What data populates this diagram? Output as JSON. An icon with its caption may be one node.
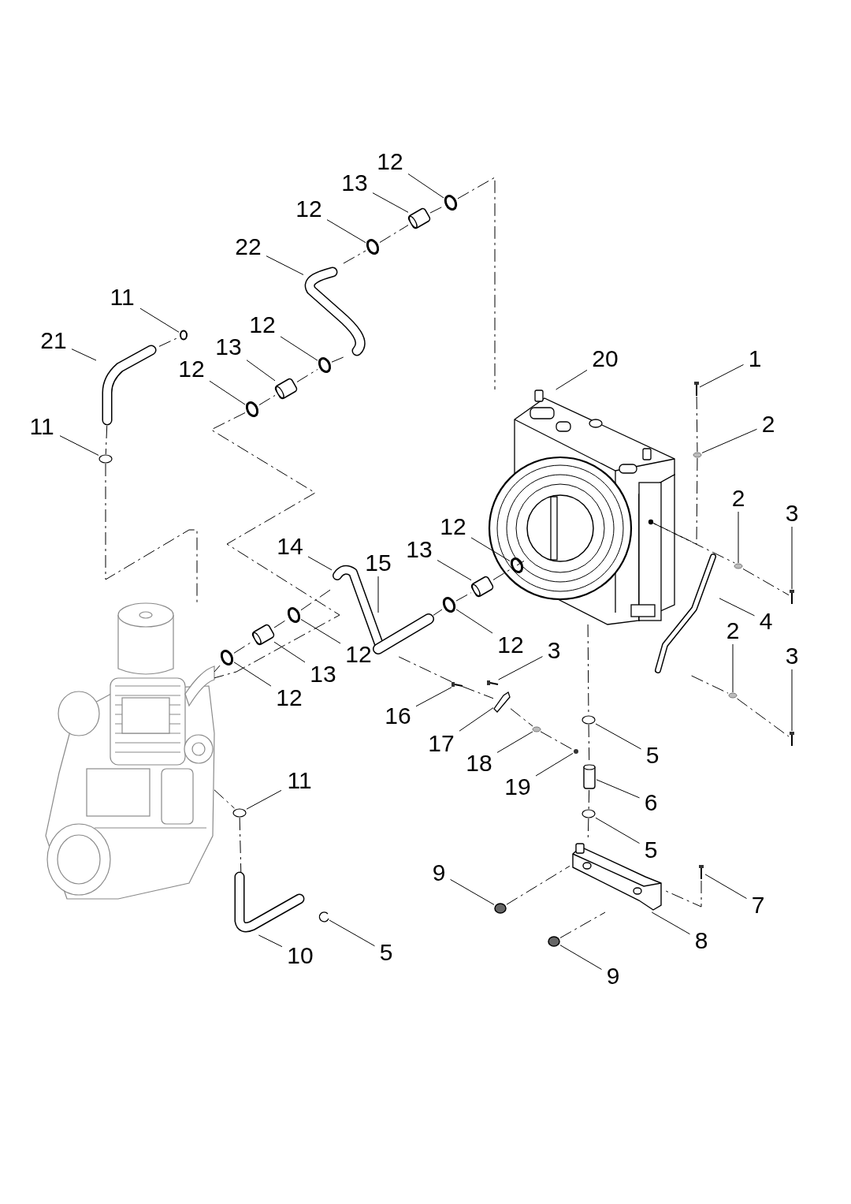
{
  "diagram": {
    "nodes": [
      {
        "text": [
          "12"
        ]
      },
      {
        "text": [],
        "shape": "circle"
      },
      {
        "text": [
          "13"
        ]
      },
      {
        "text": [],
        "shape": "picture"
      },
      {
        "text": [
          "12"
        ]
      },
      {
        "text": [],
        "shape": "circle"
      },
      {
        "text": [
          "22"
        ]
      },
      {
        "text": [],
        "shape": "picture"
      },
      {
        "text": [
          "11"
        ]
      },
      {
        "text": [],
        "shape": "circle"
      },
      {
        "text": [
          "12"
        ]
      },
      {
        "text": [],
        "shape": "circle"
      },
      {
        "text": [
          "21"
        ]
      },
      {
        "text": [],
        "shape": "picture"
      },
      {
        "text": [
          "13"
        ]
      },
      {
        "text": [],
        "shape": "picture"
      },
      {
        "text": [
          "12"
        ]
      },
      {
        "text": [],
        "shape": "circle"
      },
      {
        "text": [
          "20"
        ]
      },
      {
        "text": [],
        "shape": "picture"
      },
      {
        "text": [
          "1"
        ]
      },
      {
        "text": [],
        "shape": "picture"
      },
      {
        "text": [
          "2"
        ]
      },
      {
        "text": [],
        "shape": "circle"
      },
      {
        "text": [
          "11"
        ]
      },
      {
        "text": [],
        "shape": "circle"
      },
      {
        "text": [
          "2"
        ]
      },
      {
        "text": [],
        "shape": "circle"
      },
      {
        "text": [
          "3"
        ]
      },
      {
        "text": [],
        "shape": "picture"
      },
      {
        "text": [
          "12"
        ]
      },
      {
        "text": [],
        "shape": "circle"
      },
      {
        "text": [
          "14"
        ]
      },
      {
        "text": [],
        "shape": "picture"
      },
      {
        "text": [
          "15"
        ]
      },
      {
        "text": [],
        "shape": "picture"
      },
      {
        "text": [
          "13"
        ]
      },
      {
        "text": [],
        "shape": "picture"
      },
      {
        "text": [
          "4"
        ]
      },
      {
        "text": [],
        "shape": "picture"
      },
      {
        "text": [
          "12"
        ]
      },
      {
        "text": [],
        "shape": "circle"
      },
      {
        "text": [
          "12"
        ]
      },
      {
        "text": [],
        "shape": "circle"
      },
      {
        "text": [
          "13"
        ]
      },
      {
        "text": [],
        "shape": "picture"
      },
      {
        "text": [
          "2"
        ]
      },
      {
        "text": [],
        "shape": "circle"
      },
      {
        "text": [
          "3"
        ]
      },
      {
        "text": [],
        "shape": "picture"
      },
      {
        "text": [
          "3"
        ]
      },
      {
        "text": [],
        "shape": "picture"
      },
      {
        "text": [
          "12"
        ]
      },
      {
        "text": [],
        "shape": "circle"
      },
      {
        "text": [
          "16"
        ]
      },
      {
        "text": [],
        "shape": "picture"
      },
      {
        "text": [
          "17"
        ]
      },
      {
        "text": [],
        "shape": "picture"
      },
      {
        "text": [
          "18"
        ]
      },
      {
        "text": [],
        "shape": "circle"
      },
      {
        "text": [
          "5"
        ]
      },
      {
        "text": [],
        "shape": "circle"
      },
      {
        "text": [
          "19"
        ]
      },
      {
        "text": [],
        "shape": "circle"
      },
      {
        "text": [
          "11"
        ]
      },
      {
        "text": [],
        "shape": "circle"
      },
      {
        "text": [
          "6"
        ]
      },
      {
        "text": [],
        "shape": "picture"
      },
      {
        "text": [
          "5"
        ]
      },
      {
        "text": [],
        "shape": "circle"
      },
      {
        "text": [
          "9"
        ]
      },
      {
        "text": [],
        "shape": "circle"
      },
      {
        "text": [
          "7"
        ]
      },
      {
        "text": [],
        "shape": "picture"
      },
      {
        "text": [
          "8"
        ]
      },
      {
        "text": [],
        "shape": "picture"
      },
      {
        "text": [
          "10"
        ]
      },
      {
        "text": [],
        "shape": "picture"
      },
      {
        "text": [
          "5"
        ]
      },
      {
        "text": [],
        "shape": "circle"
      },
      {
        "text": [
          "9"
        ]
      },
      {
        "text": [],
        "shape": "circle"
      },
      {
        "text": [],
        "shape": "picture"
      }
    ],
    "edges": [
      {
        "from": 0,
        "to": 1,
        "arrow": "none"
      },
      {
        "from": 2,
        "to": 3,
        "arrow": "none"
      },
      {
        "from": 4,
        "to": 5,
        "arrow": "none"
      },
      {
        "from": 6,
        "to": 7,
        "arrow": "none"
      },
      {
        "from": 8,
        "to": 9,
        "arrow": "none"
      },
      {
        "from": 10,
        "to": 11,
        "arrow": "none"
      },
      {
        "from": 12,
        "to": 13,
        "arrow": "none"
      },
      {
        "from": 14,
        "to": 15,
        "arrow": "none"
      },
      {
        "from": 16,
        "to": 17,
        "arrow": "none"
      },
      {
        "from": 18,
        "to": 19,
        "arrow": "none"
      },
      {
        "from": 20,
        "to": 21,
        "arrow": "none"
      },
      {
        "from": 22,
        "to": 23,
        "arrow": "none"
      },
      {
        "from": 24,
        "to": 25,
        "arrow": "none"
      },
      {
        "from": 26,
        "to": 27,
        "arrow": "none"
      },
      {
        "from": 28,
        "to": 29,
        "arrow": "none"
      },
      {
        "from": 30,
        "to": 31,
        "arrow": "none"
      },
      {
        "from": 32,
        "to": 33,
        "arrow": "none"
      },
      {
        "from": 34,
        "to": 35,
        "arrow": "none"
      },
      {
        "from": 36,
        "to": 37,
        "arrow": "none"
      },
      {
        "from": 38,
        "to": 39,
        "arrow": "none"
      },
      {
        "from": 40,
        "to": 41,
        "arrow": "none"
      },
      {
        "from": 42,
        "to": 43,
        "arrow": "none"
      },
      {
        "from": 44,
        "to": 45,
        "arrow": "none"
      },
      {
        "from": 46,
        "to": 47,
        "arrow": "none"
      },
      {
        "from": 48,
        "to": 49,
        "arrow": "none"
      },
      {
        "from": 50,
        "to": 51,
        "arrow": "none"
      },
      {
        "from": 52,
        "to": 53,
        "arrow": "none"
      },
      {
        "from": 54,
        "to": 55,
        "arrow": "none"
      },
      {
        "from": 56,
        "to": 57,
        "arrow": "none"
      },
      {
        "from": 58,
        "to": 59,
        "arrow": "none"
      },
      {
        "from": 60,
        "to": 61,
        "arrow": "none"
      },
      {
        "from": 62,
        "to": 63,
        "arrow": "none"
      },
      {
        "from": 64,
        "to": 65,
        "arrow": "none"
      },
      {
        "from": 66,
        "to": 67,
        "arrow": "none"
      },
      {
        "from": 68,
        "to": 69,
        "arrow": "none"
      },
      {
        "from": 70,
        "to": 71,
        "arrow": "none"
      },
      {
        "from": 72,
        "to": 73,
        "arrow": "none"
      },
      {
        "from": 74,
        "to": 75,
        "arrow": "none"
      },
      {
        "from": 76,
        "to": 77,
        "arrow": "none"
      },
      {
        "from": 78,
        "to": 79,
        "arrow": "none"
      },
      {
        "from": 80,
        "to": 81,
        "arrow": "none"
      },
      {
        "from": 1,
        "to": 19,
        "arrow": "none",
        "style": "dashed"
      },
      {
        "from": 3,
        "to": 1,
        "arrow": "none",
        "style": "dashed"
      },
      {
        "from": 5,
        "to": 3,
        "arrow": "none",
        "style": "dashed"
      },
      {
        "from": 7,
        "to": 5,
        "arrow": "none",
        "style": "dashed"
      },
      {
        "from": 11,
        "to": 7,
        "arrow": "none",
        "style": "dashed"
      },
      {
        "from": 15,
        "to": 11,
        "arrow": "none",
        "style": "dashed"
      },
      {
        "from": 17,
        "to": 15,
        "arrow": "none",
        "style": "dashed"
      },
      {
        "from": 13,
        "to": 9,
        "arrow": "none",
        "style": "dashed"
      },
      {
        "from": 13,
        "to": 25,
        "arrow": "none",
        "style": "dashed"
      },
      {
        "from": 25,
        "to": 82,
        "arrow": "none",
        "style": "dashed"
      },
      {
        "from": 17,
        "to": 82,
        "arrow": "none",
        "style": "dashed"
      },
      {
        "from": 82,
        "to": 53,
        "arrow": "none",
        "style": "dashed"
      },
      {
        "from": 53,
        "to": 45,
        "arrow": "none",
        "style": "dashed"
      },
      {
        "from": 45,
        "to": 41,
        "arrow": "none",
        "style": "dashed"
      },
      {
        "from": 41,
        "to": 33,
        "arrow": "none",
        "style": "dashed"
      },
      {
        "from": 35,
        "to": 43,
        "arrow": "none",
        "style": "dashed"
      },
      {
        "from": 43,
        "to": 37,
        "arrow": "none",
        "style": "dashed"
      },
      {
        "from": 37,
        "to": 31,
        "arrow": "none",
        "style": "dashed"
      },
      {
        "from": 31,
        "to": 19,
        "arrow": "none",
        "style": "dashed"
      },
      {
        "from": 35,
        "to": 55,
        "arrow": "none",
        "style": "dashed"
      },
      {
        "from": 55,
        "to": 57,
        "arrow": "none",
        "style": "dashed"
      },
      {
        "from": 57,
        "to": 59,
        "arrow": "none",
        "style": "dashed"
      },
      {
        "from": 59,
        "to": 63,
        "arrow": "none",
        "style": "dashed"
      },
      {
        "from": 19,
        "to": 61,
        "arrow": "none",
        "style": "dashed"
      },
      {
        "from": 61,
        "to": 67,
        "arrow": "none",
        "style": "dashed"
      },
      {
        "from": 67,
        "to": 69,
        "arrow": "none",
        "style": "dashed"
      },
      {
        "from": 69,
        "to": 75,
        "arrow": "none",
        "style": "dashed"
      },
      {
        "from": 21,
        "to": 23,
        "arrow": "none",
        "style": "dashed"
      },
      {
        "from": 23,
        "to": 19,
        "arrow": "none",
        "style": "dashed"
      },
      {
        "from": 19,
        "to": 27,
        "arrow": "none",
        "style": "dashed"
      },
      {
        "from": 27,
        "to": 29,
        "arrow": "none",
        "style": "dashed"
      },
      {
        "from": 39,
        "to": 47,
        "arrow": "none",
        "style": "dashed"
      },
      {
        "from": 47,
        "to": 49,
        "arrow": "none",
        "style": "dashed"
      },
      {
        "from": 82,
        "to": 65,
        "arrow": "none",
        "style": "dashed"
      },
      {
        "from": 65,
        "to": 77,
        "arrow": "none",
        "style": "dashed"
      },
      {
        "from": 71,
        "to": 75,
        "arrow": "none",
        "style": "dashed"
      },
      {
        "from": 81,
        "to": 75,
        "arrow": "none",
        "style": "dashed"
      },
      {
        "from": 73,
        "to": 75,
        "arrow": "none",
        "style": "dashed"
      }
    ]
  }
}
